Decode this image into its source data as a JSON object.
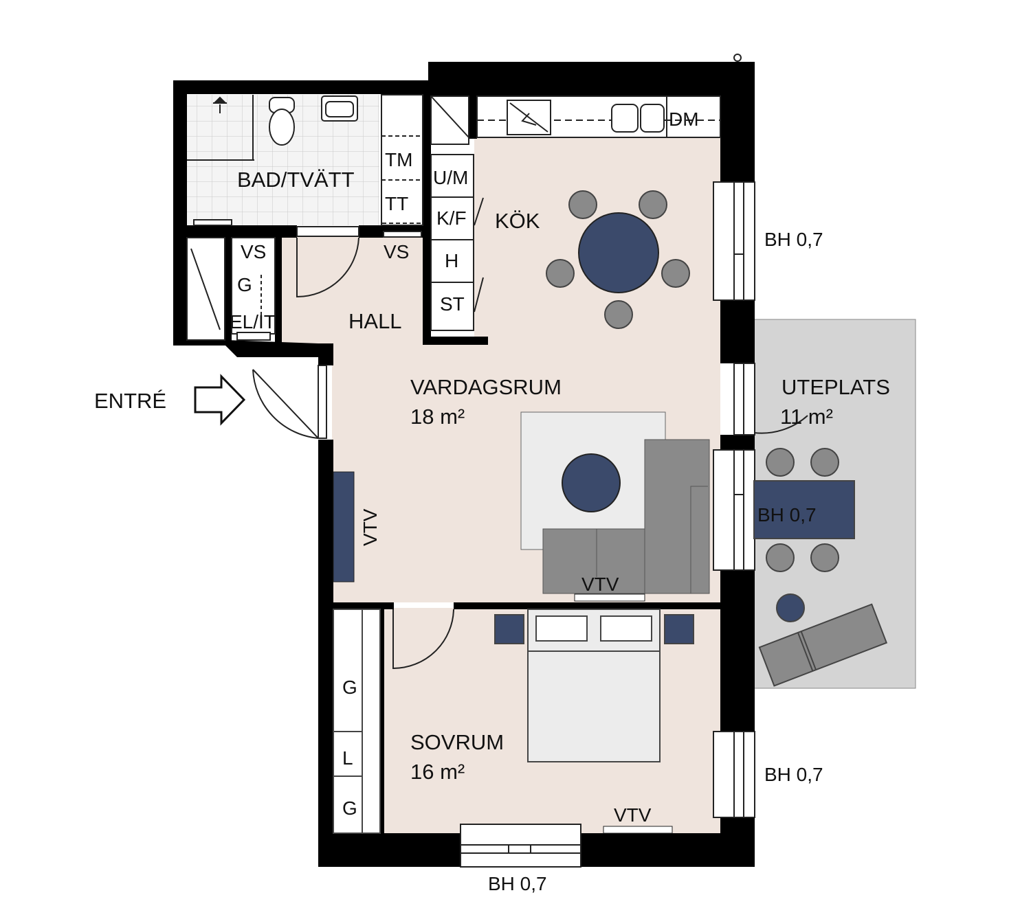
{
  "colors": {
    "wall": "#000000",
    "floor": "#efe4dd",
    "bath_floor": "#f4f4f4",
    "tile_lines": "#c9c9c9",
    "patio": "#d4d4d4",
    "navy": "#3b4a6b",
    "grey": "#8a8a8a",
    "light_grey": "#ececec"
  },
  "rooms": {
    "bath": "BAD/TVÄTT",
    "kitchen": "KÖK",
    "hall": "HALL",
    "living": "VARDAGSRUM",
    "living_area": "18 m²",
    "bedroom": "SOVRUM",
    "bedroom_area": "16 m²",
    "patio": "UTEPLATS",
    "patio_area": "11 m²"
  },
  "fixtures": {
    "tm": "TM",
    "tt": "TT",
    "um": "U/M",
    "kf": "K/F",
    "h": "H",
    "st": "ST",
    "dm": "DM",
    "vs_left": "VS",
    "vs_right": "VS",
    "g_hall": "G",
    "elit": "EL/IT",
    "vtv_living_wall": "VTV",
    "vtv_living_radiator": "VTV",
    "vtv_bedroom": "VTV",
    "g_wardrobe_1": "G",
    "l_wardrobe": "L",
    "g_wardrobe_2": "G"
  },
  "entrance": "ENTRÉ",
  "window_notes": {
    "kitchen": "BH 0,7",
    "patio": "BH 0,7",
    "bedroom_side": "BH 0,7",
    "bedroom_bottom": "BH 0,7"
  },
  "icons": [
    "north-marker-icon",
    "entrance-arrow-icon",
    "shower-icon",
    "toilet-icon",
    "sink-icon",
    "stove-icon",
    "kitchen-sink-icon"
  ]
}
